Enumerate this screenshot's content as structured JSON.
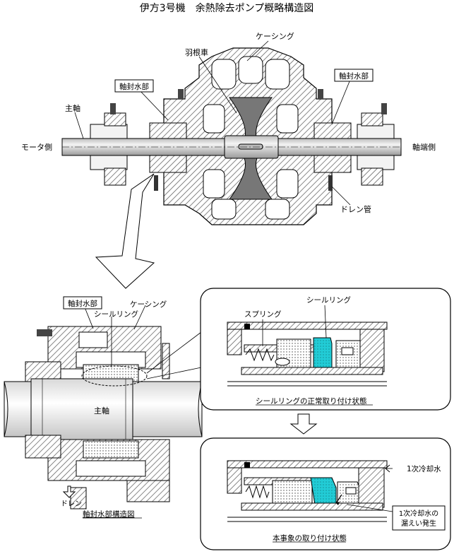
{
  "title": "伊方3号機　余熱除去ポンプ概略構造図",
  "top_diagram": {
    "casing": "ケーシング",
    "impeller": "羽根車",
    "seal_water_left": "軸封水部",
    "seal_water_right": "軸封水部",
    "main_shaft": "主軸",
    "motor_side": "モータ側",
    "shaft_end_side": "軸端側",
    "drain_pipe": "ドレン管"
  },
  "seal_section": {
    "seal_water": "軸封水部",
    "casing": "ケーシング",
    "seal_ring": "シールリング",
    "main_shaft": "主軸",
    "drain": "ドレン",
    "caption": "軸封水部構造図"
  },
  "normal_state": {
    "spring": "スプリング",
    "seal_ring": "シールリング",
    "caption": "シールリングの正常取り付け状態"
  },
  "incident_state": {
    "primary_cooling_water": "1次冷却水",
    "leak_note_line1": "1次冷却水の",
    "leak_note_line2": "漏えい発生",
    "caption": "本事象の取り付け状態"
  },
  "colors": {
    "seal_ring": "#22ccd6",
    "hatch": "#555555",
    "shaft": "#dddddd"
  }
}
